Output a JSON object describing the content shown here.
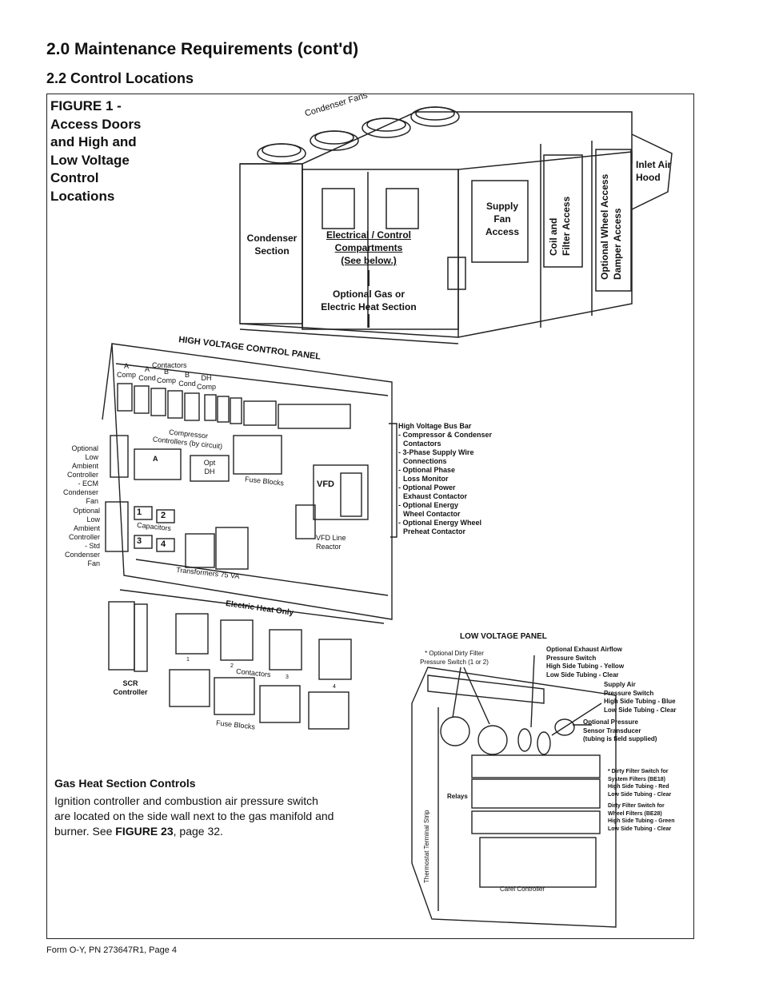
{
  "header": {
    "title": "2.0 Maintenance Requirements (cont'd)",
    "section": "2.2 Control Locations"
  },
  "figure": {
    "title": [
      "FIGURE 1 -",
      "Access Doors",
      "and High and",
      "Low Voltage",
      "Control",
      "Locations"
    ],
    "unit": {
      "condenser_fans": "Condenser Fans",
      "condenser_section": [
        "Condenser",
        "Section"
      ],
      "electrical": [
        "Electrical / Control",
        "Compartments",
        "(See below.)"
      ],
      "gas_section": [
        "Optional Gas or",
        "Electric Heat Section"
      ],
      "supply_fan": [
        "Supply",
        "Fan",
        "Access"
      ],
      "coil_filter": [
        "Coil and",
        "Filter Access"
      ],
      "wheel_access": [
        "Optional Wheel Access",
        "Damper Access"
      ],
      "inlet_hood": [
        "Inlet Air",
        "Hood"
      ]
    },
    "high_voltage": {
      "title": "HIGH VOLTAGE CONTROL PANEL",
      "contactors": "Contactors",
      "a_comp": [
        "A",
        "Comp"
      ],
      "a_cond": [
        "A",
        "Cond"
      ],
      "b_comp": [
        "B",
        "Comp"
      ],
      "b_cond": [
        "B",
        "Cond"
      ],
      "dh_comp": [
        "DH",
        "Comp"
      ],
      "compressor_controllers": [
        "Compressor",
        "Controllers (by circuit)"
      ],
      "a": "A",
      "opt_dh": [
        "Opt",
        "DH"
      ],
      "fuse_blocks": "Fuse Blocks",
      "vfd": "VFD",
      "capacitors": "Capacitors",
      "cap_nums": [
        "1",
        "2",
        "3",
        "4"
      ],
      "transformers": "Transformers 75 VA",
      "vfd_reactor": [
        "VFD Line",
        "Reactor"
      ],
      "ecm": [
        "Optional",
        "Low",
        "Ambient",
        "Controller",
        "- ECM",
        "Condenser",
        "Fan"
      ],
      "std": [
        "Optional",
        "Low",
        "Ambient",
        "Controller",
        "- Std",
        "Condenser",
        "Fan"
      ],
      "bus_bar": [
        "High Voltage Bus Bar",
        "- Compressor & Condenser",
        "Contactors",
        "- 3-Phase Supply Wire",
        "Connections",
        "- Optional Phase",
        "Loss Monitor",
        "- Optional Power",
        "Exhaust Contactor",
        "- Optional Energy",
        "Wheel Contactor",
        "- Optional Energy Wheel",
        "Preheat Contactor"
      ]
    },
    "electric_heat": {
      "title": "Electric Heat Only",
      "scr": [
        "SCR",
        "Controller"
      ],
      "nums": [
        "1",
        "2",
        "3",
        "4"
      ],
      "contactors": "Contactors",
      "fuse_blocks": "Fuse Blocks"
    },
    "low_voltage": {
      "title": "LOW VOLTAGE PANEL",
      "dirty_filter": [
        "* Optional Dirty Filter",
        "Pressure Switch (1 or 2)"
      ],
      "exhaust_airflow": [
        "Optional Exhaust Airflow",
        "Pressure Switch",
        "High Side Tubing - Yellow",
        "Low Side Tubing - Clear"
      ],
      "supply_air": [
        "Supply Air",
        "Pressure Switch",
        "High Side Tubing - Blue",
        "Low Side Tubing - Clear"
      ],
      "sensor": [
        "Optional Pressure",
        "Sensor Transducer",
        "(tubing is field supplied)"
      ],
      "note_system": [
        "* Dirty Filter Switch for",
        "System Filters (BE18)",
        "High Side Tubing - Red",
        "Low Side Tubing - Clear"
      ],
      "note_wheel": [
        "Dirty Filter Switch for",
        "Wheel Filters (BE28)",
        "High Side Tubing - Green",
        "Low Side Tubing - Clear"
      ],
      "relays": "Relays",
      "terminal_strip": "Thermostat Terminal Strip",
      "carel": "Carel Controller"
    }
  },
  "gas_heat": {
    "title": "Gas Heat Section Controls",
    "body_before": "Ignition controller and combustion air pressure switch are located on the side wall next to the gas manifold and burner. See ",
    "body_ref": "FIGURE 23",
    "body_after": ", page 32."
  },
  "footer": "Form O-Y, PN 273647R1, Page 4"
}
